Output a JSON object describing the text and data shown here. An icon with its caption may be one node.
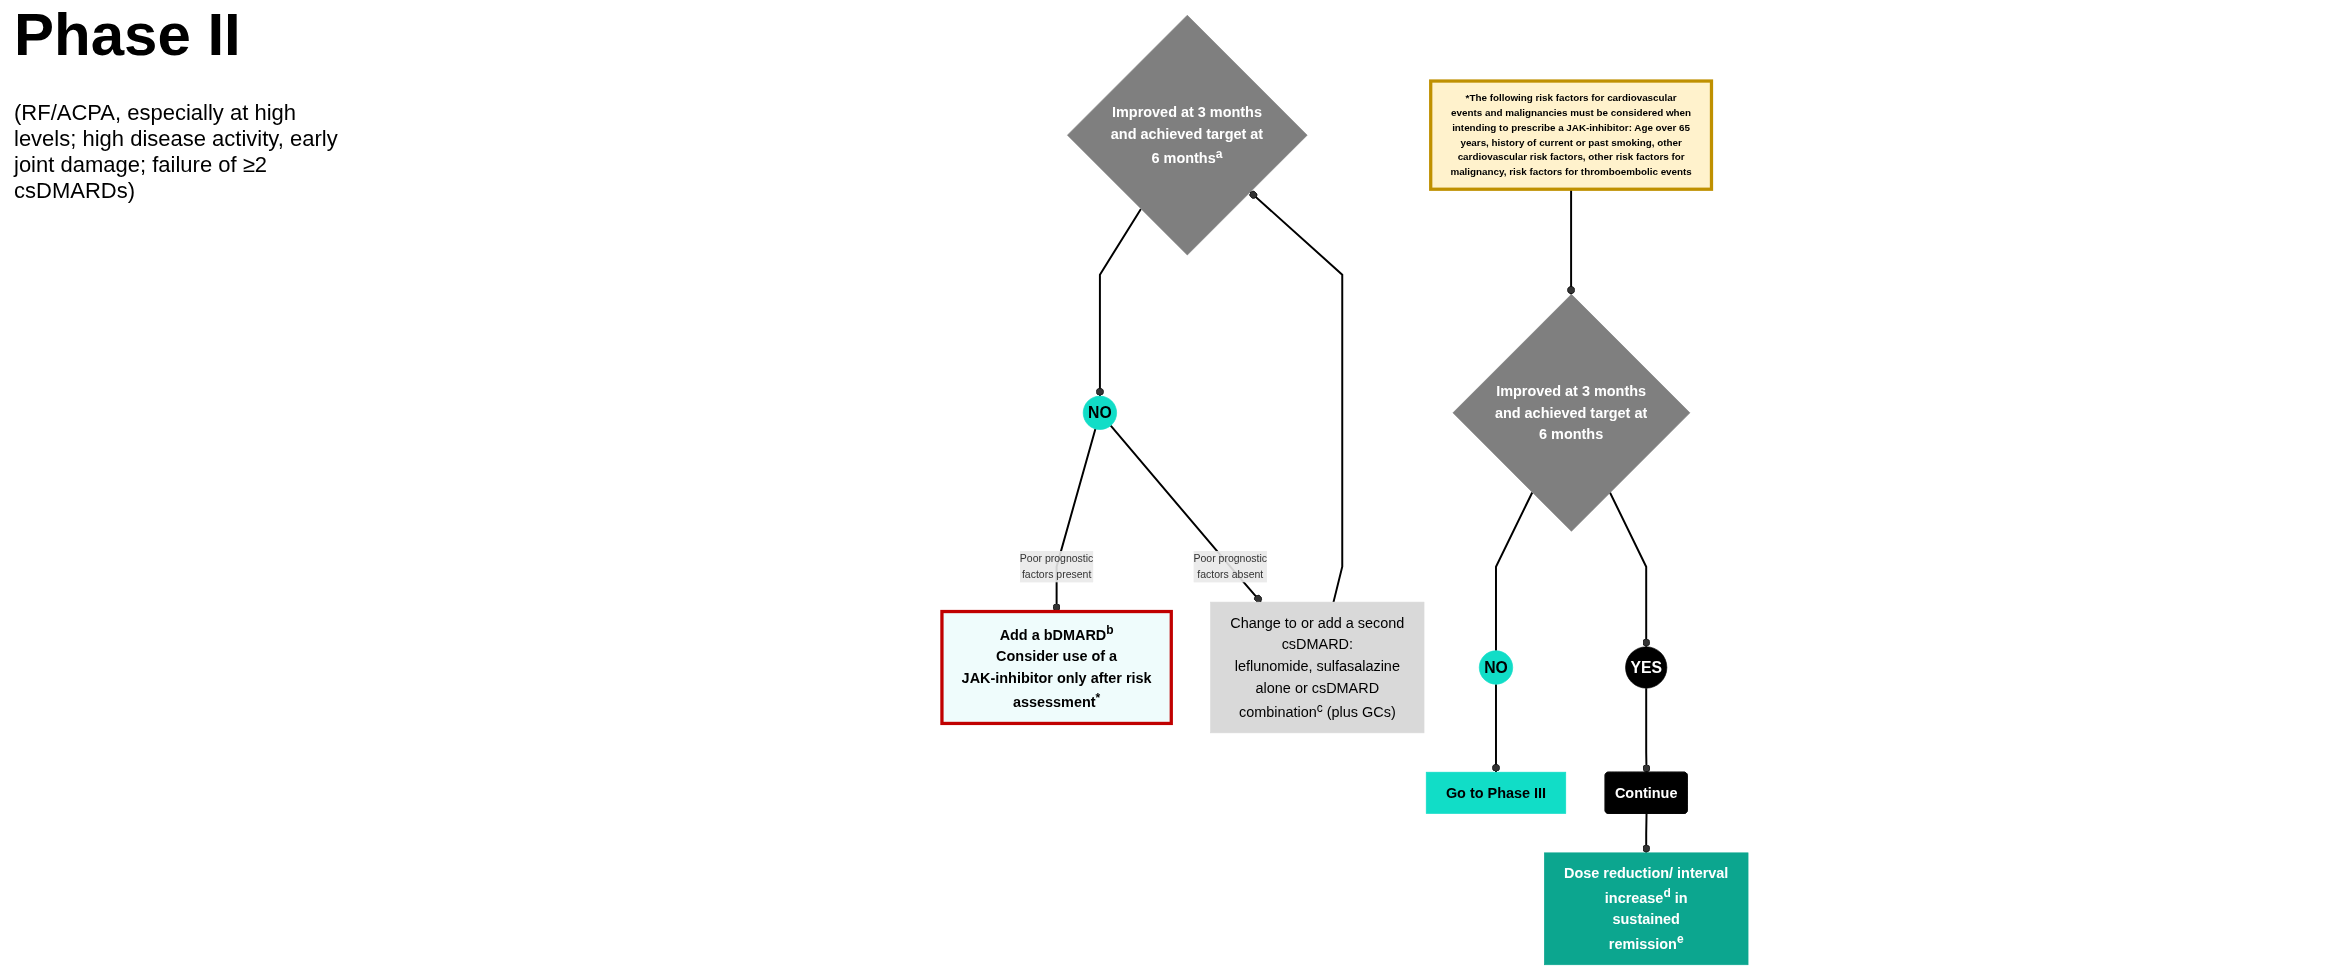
{
  "diagram": {
    "title": "Phase II",
    "nodes": [
      {
        "text": [
          "Improved at 3 months and achieved target at 6 months$^{a}$"
        ]
      },
      {
        "text": [
          "Add a bDMARD$^{b}$",
          "Consider use of a JAK-inhibitor only after risk assessment$^{*}$"
        ]
      },
      {
        "text": [
          "*The following risk factors for cardiovascular events and malignancies must be considered when intending to prescribe a JAK-inhibitor: Age over 65 years, history of current or past smoking, other cardiovascular risk factors, other risk factors for malignancy, risk factors for thromboembolic events"
        ]
      },
      {
        "text": [
          "NO"
        ]
      },
      {
        "text": [
          "Change to or add a second csDMARD:",
          "leflunomide, sulfasalazine alone or csDMARD combination$^{c}$ (plus GCs)"
        ]
      },
      {
        "text": [
          "Go to Phase III"
        ]
      },
      {
        "text": [
          "NO"
        ]
      },
      {
        "text": [
          "Improved at 3 months and achieved target at 6 months"
        ]
      },
      {
        "text": [
          "YES"
        ]
      },
      {
        "text": [
          "Continue"
        ]
      },
      {
        "text": [
          "Dose reduction/ interval increase$^{d}$ in sustained remission$^{e}$"
        ]
      }
    ],
    "edges": [
      {
        "from": 4,
        "to": 0,
        "arrow": "other"
      },
      {
        "from": 0,
        "to": 3,
        "arrow": "other"
      },
      {
        "from": 3,
        "to": 1,
        "arrow": "other",
        "label": "Poor prognostic factors present"
      },
      {
        "from": 3,
        "to": 4,
        "arrow": "other",
        "label": "Poor prognostic factors absent"
      },
      {
        "from": 2,
        "to": 7,
        "arrow": "other"
      },
      {
        "from": 7,
        "to": 6,
        "arrow": "none"
      },
      {
        "from": 6,
        "to": 5,
        "arrow": "other"
      },
      {
        "from": 7,
        "to": 8,
        "arrow": "other"
      },
      {
        "from": 8,
        "to": 9,
        "arrow": "other"
      },
      {
        "from": 9,
        "to": 10,
        "arrow": "other"
      }
    ],
    "labels": [
      "(RF/ACPA, especially at high levels; high disease activity, early joint damage; failure of ≥2 csDMARDs)"
    ]
  }
}
